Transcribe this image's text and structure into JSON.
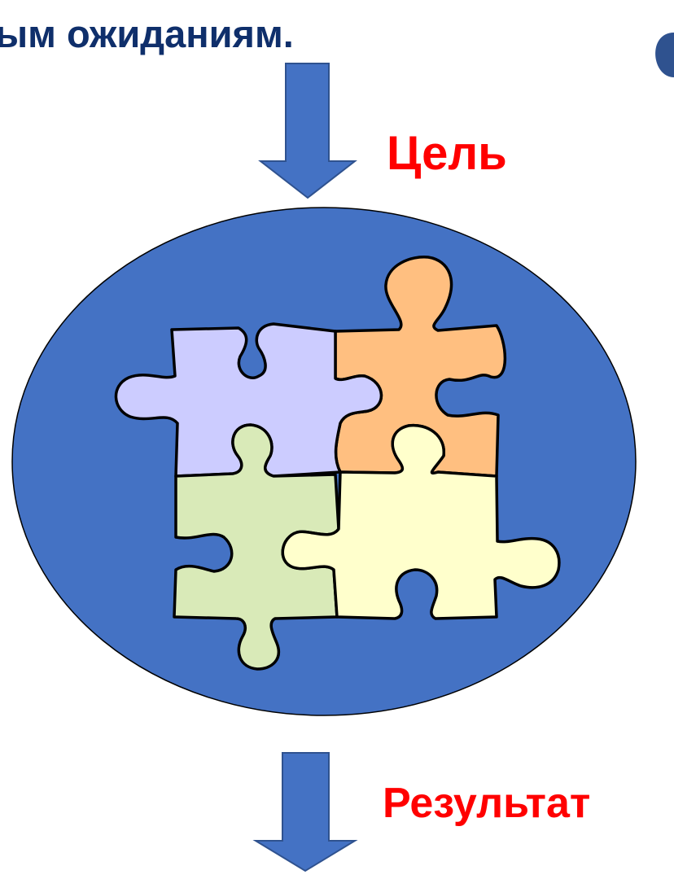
{
  "slide": {
    "heading_fragment": "ым ожиданиям.",
    "goal_label": "Цель",
    "result_label": "Результат"
  },
  "colors": {
    "heading": "#0f2f6b",
    "accent_label": "#ff0000",
    "arrow_fill": "#4472c4",
    "arrow_stroke": "#2f528f",
    "ellipse_fill": "#4472c4",
    "outline": "#000000",
    "piece_top_left": "#ccccff",
    "piece_top_right": "#ffbf80",
    "piece_bottom_left": "#d9eab8",
    "piece_bottom_right": "#ffffcc"
  },
  "diagram": {
    "container_shape": "ellipse",
    "pieces": [
      {
        "name": "top-left",
        "color_key": "piece_top_left"
      },
      {
        "name": "top-right",
        "color_key": "piece_top_right"
      },
      {
        "name": "bottom-left",
        "color_key": "piece_bottom_left"
      },
      {
        "name": "bottom-right",
        "color_key": "piece_bottom_right"
      }
    ]
  }
}
